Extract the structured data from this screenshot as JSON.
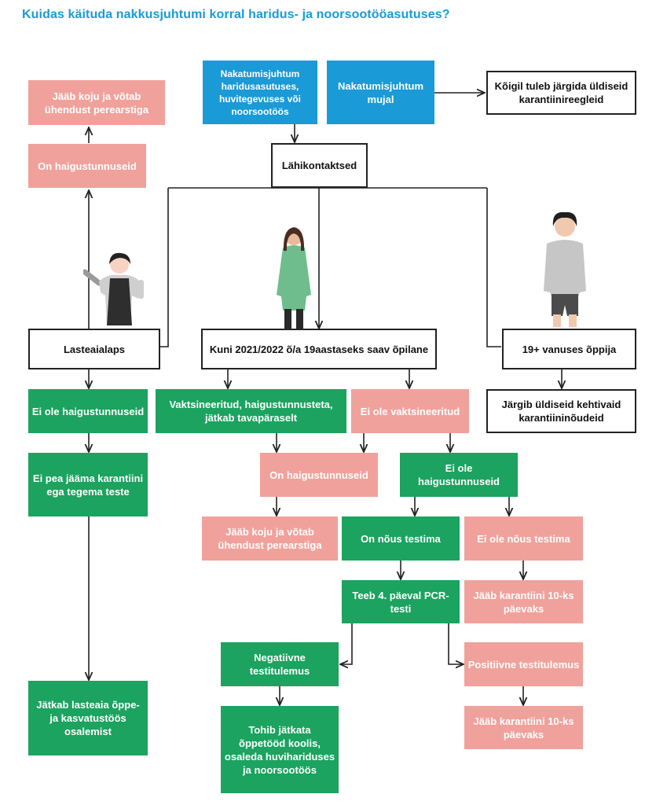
{
  "title": "Kuidas käituda nakkusjuhtumi korral haridus- ja noorsootööasutuses?",
  "colors": {
    "blue": "#1a9ad6",
    "green": "#1ba35f",
    "pink": "#f1a19b",
    "title": "#1a9ad6"
  },
  "nodes": {
    "case_edu": "Nakatumisjuhtum haridusasutuses, huvitegevuses või noorsootöös",
    "case_other": "Nakatumisjuhtum mujal",
    "general_rules": "Kõigil tuleb järgida üldiseid karantiinireegleid",
    "close_contacts": "Lähikontaktsed",
    "kg_stays_home": "Jääb koju ja võtab ühendust perearstiga",
    "kg_symptoms": "On haigustunnuseid",
    "kindergarten_child": "Lasteaialaps",
    "student": "Kuni 2021/2022 õ/a 19aastaseks saav õpilane",
    "adult_student": "19+ vanuses õppija",
    "adult_rules": "Järgib üldiseid kehtivaid karantiininõudeid",
    "kg_no_symptoms": "Ei ole haigustunnuseid",
    "kg_no_quarantine": "Ei pea jääma karantiini ega tegema teste",
    "kg_continues": "Jätkab lasteaia õppe- ja kasvatustöös osalemist",
    "vaccinated": "Vaktsineeritud, haigustunnusteta, jätkab tavapäraselt",
    "not_vaccinated": "Ei ole vaktsineeritud",
    "st_symptoms": "On haigustunnuseid",
    "st_no_symptoms": "Ei ole haigustunnuseid",
    "st_stays_home": "Jääb koju ja võtab ühendust perearstiga",
    "agrees_test": "On nõus testima",
    "refuses_test": "Ei ole nõus testima",
    "pcr_day4": "Teeb  4. päeval PCR-testi",
    "quarantine_refuse": "Jääb karantiini 10-ks päevaks",
    "negative": "Negatiivne testitulemus",
    "positive": "Positiivne testitulemus",
    "may_continue": "Tohib jätkata õppetööd koolis, osaleda huvihariduses ja noorsootöös",
    "quarantine_positive": "Jääb karantiini 10-ks päevaks"
  }
}
